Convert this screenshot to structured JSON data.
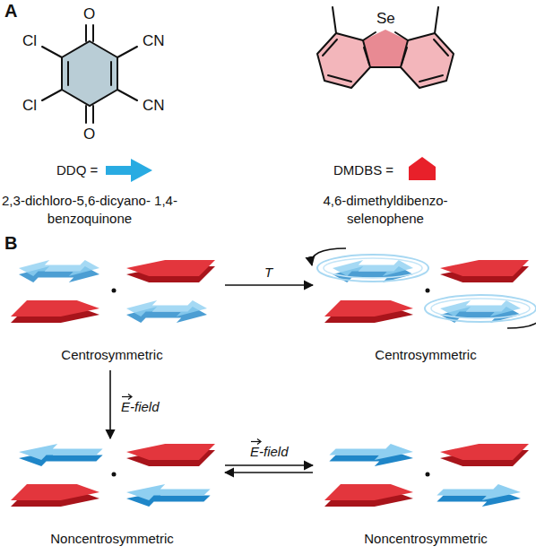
{
  "diagram": {
    "nodes": [
      {
        "text": [
          "Centrosymmetric"
        ]
      },
      {
        "text": [
          "Centrosymmetric"
        ]
      },
      {
        "text": [
          "Noncentrosymmetric"
        ]
      },
      {
        "text": [
          "Noncentrosymmetric"
        ]
      }
    ],
    "edges": [
      {
        "from": 0,
        "to": 1,
        "arrow": "to",
        "label": "T"
      },
      {
        "from": 0,
        "to": 2,
        "arrow": "to",
        "label": "E-field"
      },
      {
        "from": 2,
        "to": 3,
        "arrow": "both",
        "label": "E-field"
      }
    ],
    "labels": [
      "A",
      "O",
      "O",
      "Cl",
      "Cl",
      "CN",
      "CN",
      "DDQ =",
      "2,3-dichloro-5,6-dicyano- 1,4-benzoquinone",
      "Se",
      "DMDBS =",
      "4,6-dimethyldibenzo- selenophene",
      "B"
    ]
  }
}
